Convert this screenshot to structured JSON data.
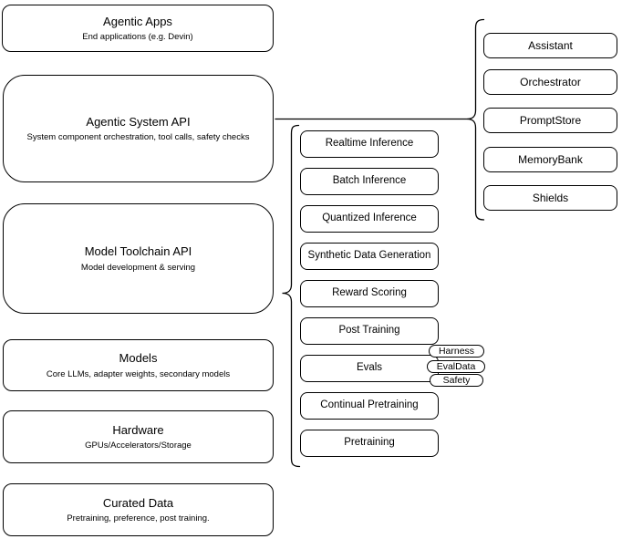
{
  "diagram": {
    "left_stack": [
      {
        "title": "Agentic Apps",
        "subtitle": "End applications (e.g. Devin)"
      },
      {
        "title": "Agentic System API",
        "subtitle": "System component orchestration, tool calls, safety checks"
      },
      {
        "title": "Model Toolchain API",
        "subtitle": "Model development & serving"
      },
      {
        "title": "Models",
        "subtitle": "Core LLMs, adapter weights, secondary models"
      },
      {
        "title": "Hardware",
        "subtitle": "GPUs/Accelerators/Storage"
      },
      {
        "title": "Curated Data",
        "subtitle": "Pretraining, preference, post training."
      }
    ],
    "toolchain_items": [
      {
        "label": "Realtime Inference"
      },
      {
        "label": "Batch Inference"
      },
      {
        "label": "Quantized Inference"
      },
      {
        "label": "Synthetic Data Generation"
      },
      {
        "label": "Reward Scoring"
      },
      {
        "label": "Post Training"
      },
      {
        "label": "Evals"
      },
      {
        "label": "Continual Pretraining"
      },
      {
        "label": "Pretraining"
      }
    ],
    "eval_tags": [
      {
        "label": "Harness"
      },
      {
        "label": "EvalData"
      },
      {
        "label": "Safety"
      }
    ],
    "system_components": [
      {
        "label": "Assistant"
      },
      {
        "label": "Orchestrator"
      },
      {
        "label": "PromptStore"
      },
      {
        "label": "MemoryBank"
      },
      {
        "label": "Shields"
      }
    ],
    "colors": {
      "stroke": "#000000",
      "fill": "#ffffff",
      "text": "#000000"
    }
  }
}
